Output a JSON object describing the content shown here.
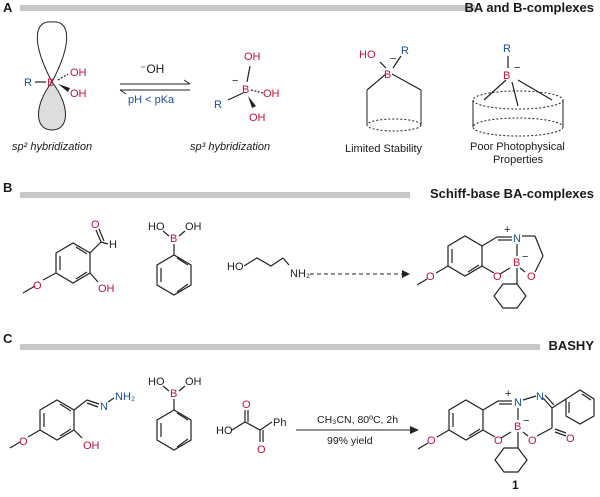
{
  "panels": {
    "a": {
      "letter": "A",
      "title": "BA and B-complexes"
    },
    "b": {
      "letter": "B",
      "title": "Schiff-base BA-complexes"
    },
    "c": {
      "letter": "C",
      "title": "BASHY"
    }
  },
  "captions": {
    "sp2": "sp² hybridization",
    "sp3": "sp³ hybridization",
    "limited": "Limited Stability",
    "poor1": "Poor Photophysical",
    "poor2": "Properties"
  },
  "equilibrium": {
    "top": "⁻OH",
    "bottom": "pH < pKa"
  },
  "reaction_c": {
    "conditions": "CH₃CN, 80ºC, 2h",
    "yield": "99% yield"
  },
  "compound_label": "1",
  "atoms": {
    "B": "B",
    "OH": "OH",
    "R": "R",
    "HO": "HO",
    "O": "O",
    "N": "N",
    "H": "H",
    "NH2": "NH₂",
    "Ph": "Ph",
    "minus": "−",
    "plus": "+"
  },
  "colors": {
    "boron": "#c0143c",
    "hetero": "#1a4f9a",
    "band": "#c8c8c8"
  }
}
